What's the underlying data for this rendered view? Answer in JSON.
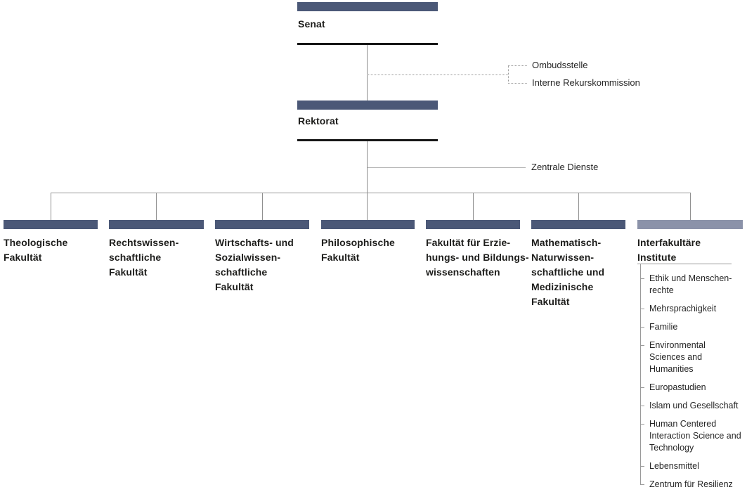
{
  "colors": {
    "bar_dark": "#4b5877",
    "bar_light": "#8b92a9",
    "line_black": "#161616",
    "line_gray": "#999999",
    "dotted_gray": "#9a9a9a",
    "text": "#1d1d1b"
  },
  "governance": {
    "senat_label": "Senat",
    "rektorat_label": "Rektorat",
    "ombudsstelle_label": "Ombudsstelle",
    "rekurskommission_label": "Interne Rekurskommission",
    "zentrale_dienste_label": "Zentrale Dienste"
  },
  "faculties": [
    {
      "label": "Theologische\nFakultät"
    },
    {
      "label": "Rechtswissen-\nschaftliche\nFakultät"
    },
    {
      "label": "Wirtschafts- und\nSozialwissen-\nschaftliche\nFakultät"
    },
    {
      "label": "Philosophische\nFakultät"
    },
    {
      "label": "Fakultät für Erzie-\nhungs- und Bildungs-\nwissenschaften"
    },
    {
      "label": "Mathematisch-\nNaturwissen-\nschaftliche und\nMedizinische\nFakultät"
    }
  ],
  "interfaculty": {
    "label": "Interfakultäre\nInstitute",
    "items": [
      {
        "label": "Ethik und Menschen-\nrechte"
      },
      {
        "label": "Mehrsprachigkeit"
      },
      {
        "label": "Familie"
      },
      {
        "label": "Environmental\nSciences and\nHumanities"
      },
      {
        "label": "Europastudien"
      },
      {
        "label": "Islam und Gesellschaft"
      },
      {
        "label": "Human Centered\nInteraction Science and\nTechnology"
      },
      {
        "label": "Lebensmittel"
      },
      {
        "label": "Zentrum für Resilienz"
      }
    ]
  }
}
